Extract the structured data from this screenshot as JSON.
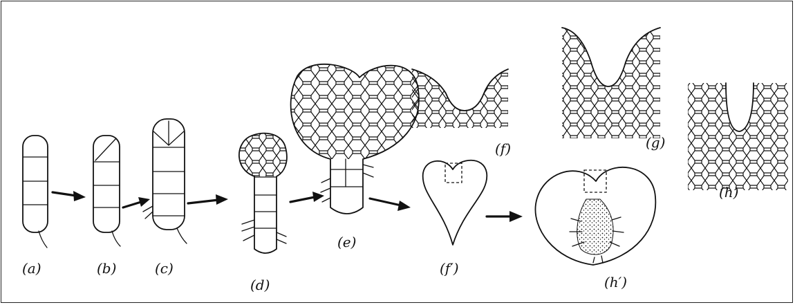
{
  "figure": {
    "labels": {
      "a": "(a)",
      "b": "(b)",
      "c": "(c)",
      "d": "(d)",
      "e": "(e)",
      "f": "(f)",
      "g": "(g)",
      "h": "(h)",
      "f_prime": "(f′)",
      "h_prime": "(h′)"
    },
    "stages": [
      "a",
      "b",
      "c",
      "d",
      "e",
      "f_prime",
      "h_prime"
    ],
    "detail_views": [
      "f",
      "g",
      "h"
    ]
  }
}
